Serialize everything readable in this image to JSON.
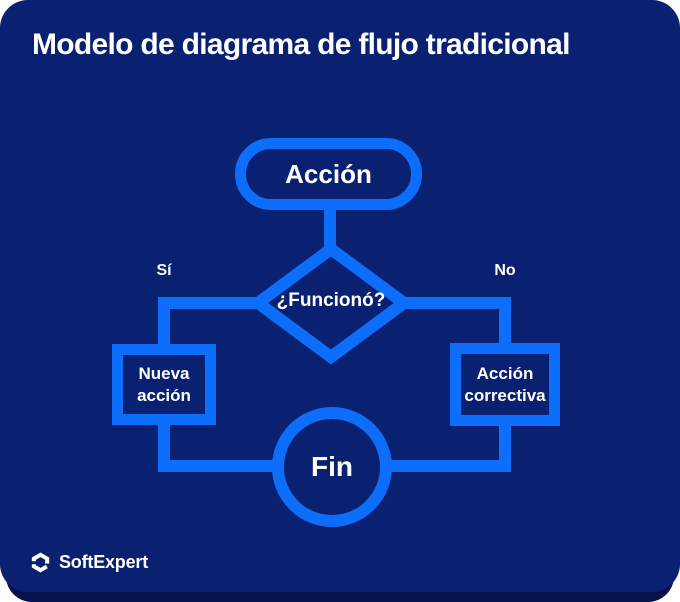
{
  "title": "Modelo de diagrama de flujo tradicional",
  "colors": {
    "card_bg": "#0A2070",
    "backdrop_bg": "#041249",
    "accent": "#0E6EFC",
    "text": "#FFFFFF"
  },
  "flowchart": {
    "start_label": "Acción",
    "decision_label": "¿Funcionó?",
    "yes_branch_label": "Sí",
    "no_branch_label": "No",
    "yes_process_label": "Nueva acción",
    "no_process_label": "Acción correctiva",
    "end_label": "Fin"
  },
  "footer": {
    "brand": "SoftExpert",
    "logo_icon": "hexagon-loop-icon"
  }
}
